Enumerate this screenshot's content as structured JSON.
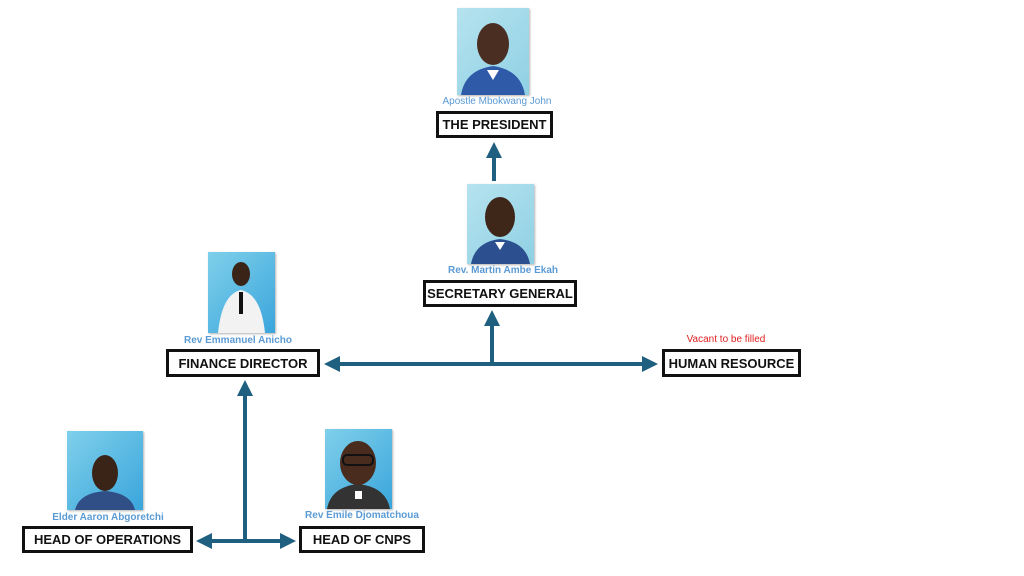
{
  "nodes": {
    "president": {
      "name": "Apostle Mbokwang  John",
      "title": "THE PRESIDENT"
    },
    "secretary": {
      "name": "Rev. Martin Ambe Ekah",
      "title": "SECRETARY GENERAL"
    },
    "finance": {
      "name": "Rev Emmanuel Anicho",
      "title": "FINANCE DIRECTOR"
    },
    "hr": {
      "name": "Vacant to be filled",
      "title": "HUMAN RESOURCE"
    },
    "operations": {
      "name": "Elder Aaron Abgoretchi",
      "title": "HEAD OF OPERATIONS"
    },
    "cnps": {
      "name": "Rev Emile Djomatchoua",
      "title": "HEAD OF CNPS"
    }
  },
  "colors": {
    "arrow": "#1f5f80",
    "name": "#5b9bd5",
    "vacant": "#e02020"
  }
}
